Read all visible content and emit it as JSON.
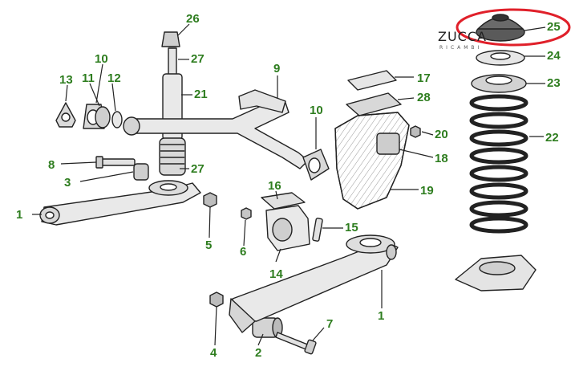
{
  "logo": {
    "brand": "ZUCCA",
    "sub": "RICAMBI"
  },
  "highlight_color": "#e0202a",
  "label_color": "#2e7d1f",
  "callouts": {
    "c1_left": "1",
    "c1_right": "1",
    "c2": "2",
    "c3": "3",
    "c4": "4",
    "c5": "5",
    "c6": "6",
    "c7": "7",
    "c8": "8",
    "c9": "9",
    "c10_left": "10",
    "c10_right": "10",
    "c11": "11",
    "c12": "12",
    "c13": "13",
    "c14": "14",
    "c15": "15",
    "c16": "16",
    "c17": "17",
    "c18": "18",
    "c19": "19",
    "c20": "20",
    "c21": "21",
    "c22": "22",
    "c23": "23",
    "c24": "24",
    "c25": "25",
    "c26": "26",
    "c27_top": "27",
    "c27_bottom": "27",
    "c28": "28"
  }
}
